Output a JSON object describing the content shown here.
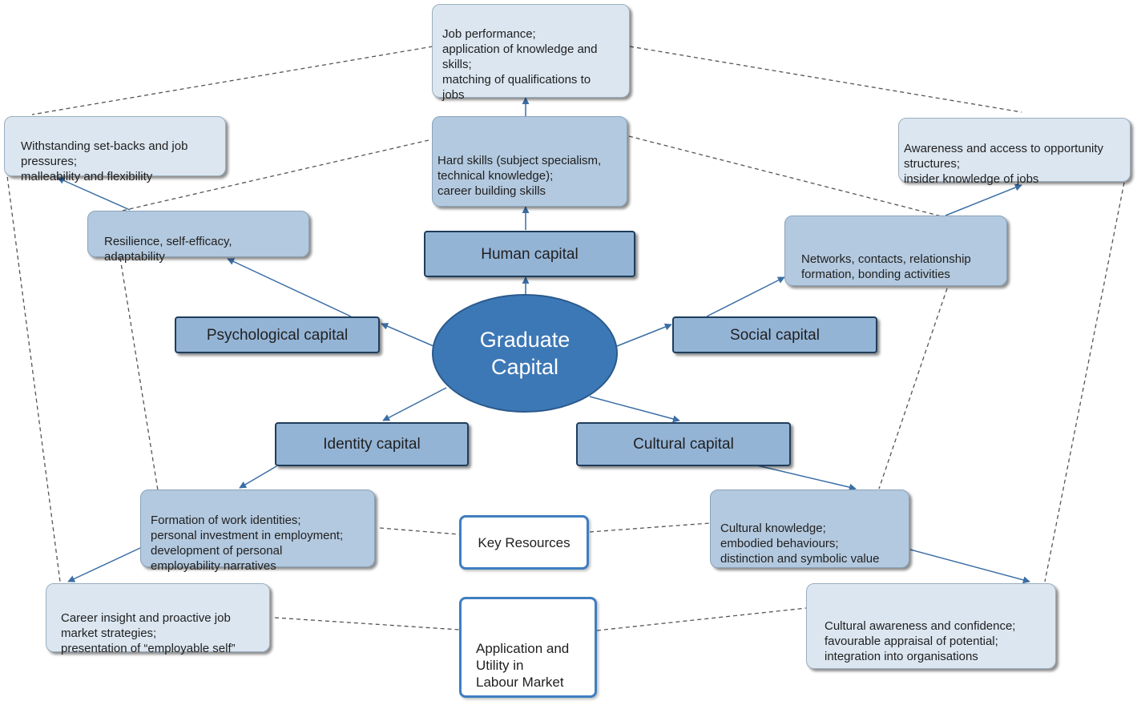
{
  "center": {
    "title": "Graduate\nCapital"
  },
  "capitals": {
    "human": "Human capital",
    "psychological": "Psychological capital",
    "social": "Social capital",
    "identity": "Identity capital",
    "cultural": "Cultural capital"
  },
  "resources": {
    "hard_skills": "Hard skills (subject specialism,\ntechnical knowledge);\ncareer building skills",
    "resilience": "Resilience, self-efficacy,\nadaptability",
    "networks": "Networks, contacts, relationship\nformation, bonding activities",
    "work_identities": "Formation of work identities;\npersonal investment in employment;\ndevelopment of personal\nemployability narratives",
    "cultural_knowledge": "Cultural knowledge;\nembodied behaviours;\ndistinction and symbolic value"
  },
  "outcomes": {
    "job_performance": "Job performance;\napplication of knowledge and\nskills;\nmatching of qualifications to\njobs",
    "withstanding": "Withstanding set-backs and job\npressures;\nmalleability and flexibility",
    "awareness": "Awareness and access to opportunity\nstructures;\ninsider knowledge of jobs",
    "career_insight": "Career insight and proactive job\nmarket strategies;\npresentation of “employable self”",
    "cultural_awareness": "Cultural awareness and confidence;\nfavourable appraisal of potential;\nintegration into organisations"
  },
  "legend": {
    "key_resources": "Key Resources",
    "application": "Application and\nUtility in\nLabour Market"
  },
  "colors": {
    "arrow": "#3a6ea5",
    "dashed": "#555555"
  }
}
